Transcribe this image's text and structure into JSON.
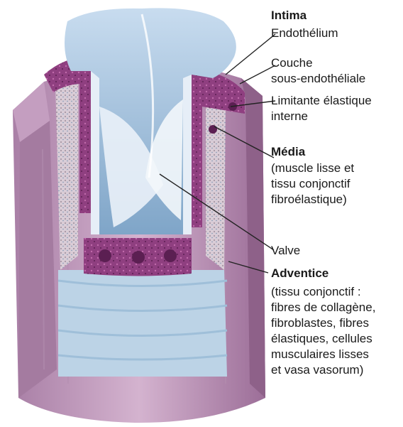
{
  "labels": {
    "intima": "Intima",
    "endothelium": "Endothélium",
    "subendothelial": "Couche\nsous-endothéliale",
    "internal_elastic": "Limitante élastique\ninterne",
    "media": "Média",
    "media_desc": "(muscle lisse et\ntissu conjonctif\nfibroélastique)",
    "valve": "Valve",
    "adventitia": "Adventice",
    "adventitia_desc": "(tissu conjonctif :\nfibres de collagène,\nfibroblastes, fibres\nélastiques, cellules\nmusculaires lisses\net vasa vasorum)"
  },
  "colors": {
    "adventitia": "#b88bb3",
    "media": "#c9b7c8",
    "intima_purple": "#7b2d6e",
    "lumen": "#a9c6e0",
    "leader_line": "#222222"
  }
}
